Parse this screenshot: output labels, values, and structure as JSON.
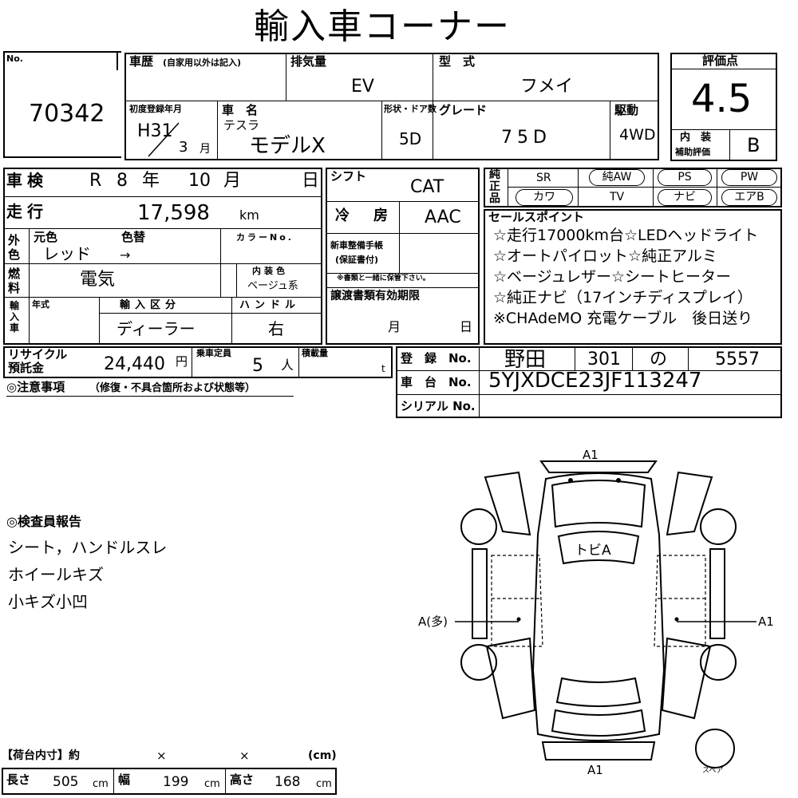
{
  "title": "輸入車コーナー",
  "no_label": "No.",
  "lot_no": "70342",
  "history_label": "車歴",
  "history_note": "(自家用以外は記入)",
  "displacement_label": "排気量",
  "displacement": "EV",
  "model_type_label": "型　式",
  "model_type": "フメイ",
  "score_label": "評価点",
  "score": "4.5",
  "interior_label": "内　装",
  "interior_sub": "補助評価",
  "interior_score": "B",
  "first_reg_label": "初度登録年月",
  "first_reg_year": "H31",
  "first_reg_month": "3",
  "month_unit": "月",
  "car_name_label": "車　名",
  "maker": "テスラ",
  "car_name": "モデルX",
  "doors_label": "形状・ドア数",
  "doors": "5D",
  "grade_label": "グレード",
  "grade": "75D",
  "drive_label": "駆動",
  "drive": "4WD",
  "inspection_label": "車検",
  "inspection_era": "R",
  "inspection_year": "8",
  "year_unit": "年",
  "inspection_month": "10",
  "day_unit": "日",
  "mileage_label": "走行",
  "mileage": "17,598",
  "mileage_unit": "km",
  "ext_color_label": "外色",
  "orig_color_label": "元色",
  "repaint_label": "色替",
  "orig_color": "レッド",
  "repaint": "→",
  "color_no_label": "カラーNo.",
  "fuel_label": "燃料",
  "fuel": "電気",
  "int_color_label": "内装色",
  "int_color": "ベージュ系",
  "import_label": "輸入車",
  "model_year_label": "年式",
  "import_type_label": "輸入区分",
  "import_type": "ディーラー",
  "handle_label": "ハンドル",
  "handle": "右",
  "shift_label": "シフト",
  "shift": "CAT",
  "aircon_label": "冷　房",
  "aircon": "AAC",
  "warranty_label": "新車整備手帳",
  "warranty_sub": "(保証書付)",
  "warranty_note": "※書類と一緒に保管下さい。",
  "docs_label": "譲渡書類有効期限",
  "docs_month": "月",
  "docs_day": "日",
  "genuine_label": "純正品",
  "equipment": [
    "SR",
    "純AW",
    "PS",
    "PW",
    "カワ",
    "TV",
    "ナビ",
    "エアB"
  ],
  "sales_label": "セールスポイント",
  "sales_points": [
    "☆走行17000km台☆LEDヘッドライト",
    "☆オートパイロット☆純正アルミ",
    "☆ベージュレザー☆シートヒーター",
    "☆純正ナビ（17インチディスプレイ）",
    "※CHAdeMO 充電ケーブル　後日送り"
  ],
  "recycle_label": "リサイクル",
  "recycle_sub": "預託金",
  "recycle_amount": "24,440",
  "yen": "円",
  "capacity_label": "乗車定員",
  "capacity": "5",
  "capacity_unit": "人",
  "load_label": "積載量",
  "load_unit": "t",
  "reg_label": "登　録　No.",
  "reg_area": "野田",
  "reg_class": "301",
  "reg_kana": "の",
  "reg_number": "5557",
  "chassis_label": "車　台　No.",
  "chassis_no": "5YJXDCE23JF113247",
  "serial_label": "シリアル No.",
  "notes_label": "◎注意事項",
  "notes_sub": "（修復・不具合箇所および状態等）",
  "inspector_label": "◎検査員報告",
  "inspector_notes": [
    "シート，ハンドルスレ",
    "ホイールキズ",
    "小キズ小凹"
  ],
  "diagram": {
    "front": "A1",
    "rear": "A1",
    "left": "A(多)",
    "right": "A1",
    "roof": "トビA",
    "spare": "スペア"
  },
  "cargo_label": "【荷台内寸】約",
  "cargo_x": "×",
  "cargo_unit": "(cm)",
  "length_label": "長さ",
  "length": "505",
  "width_label": "幅",
  "width": "199",
  "height_label": "高さ",
  "height": "168",
  "cm": "cm"
}
